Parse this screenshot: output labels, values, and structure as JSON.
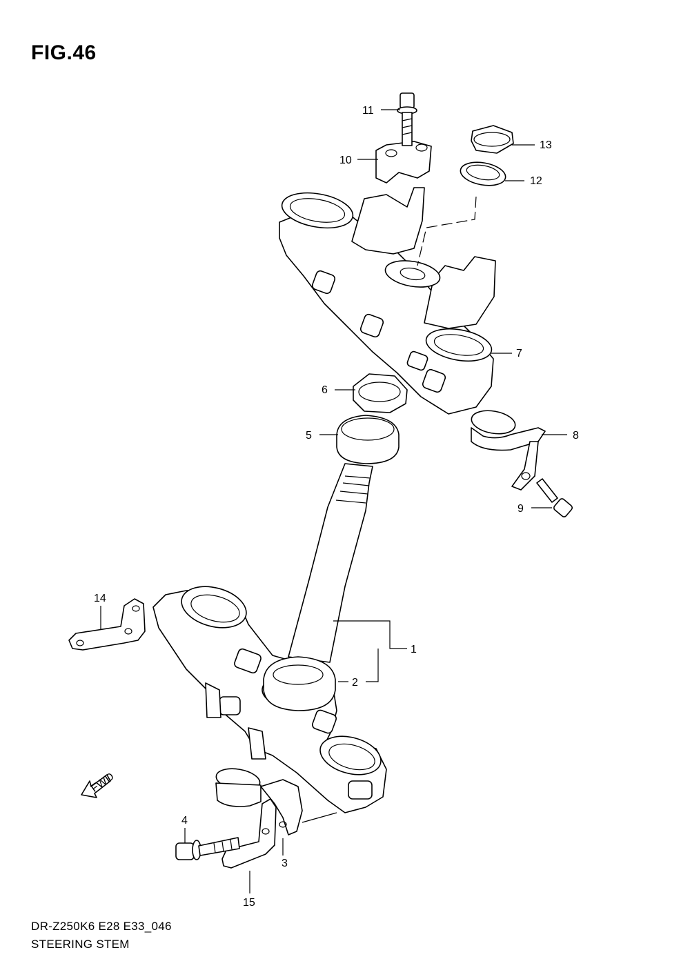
{
  "figure": {
    "title": "FIG.46",
    "model_code": "DR-Z250K6 E28 E33_046",
    "caption": "STEERING STEM",
    "fwd_label": "FWD"
  },
  "callouts": [
    "1",
    "2",
    "3",
    "4",
    "5",
    "6",
    "7",
    "8",
    "9",
    "10",
    "11",
    "12",
    "13",
    "14",
    "15"
  ]
}
